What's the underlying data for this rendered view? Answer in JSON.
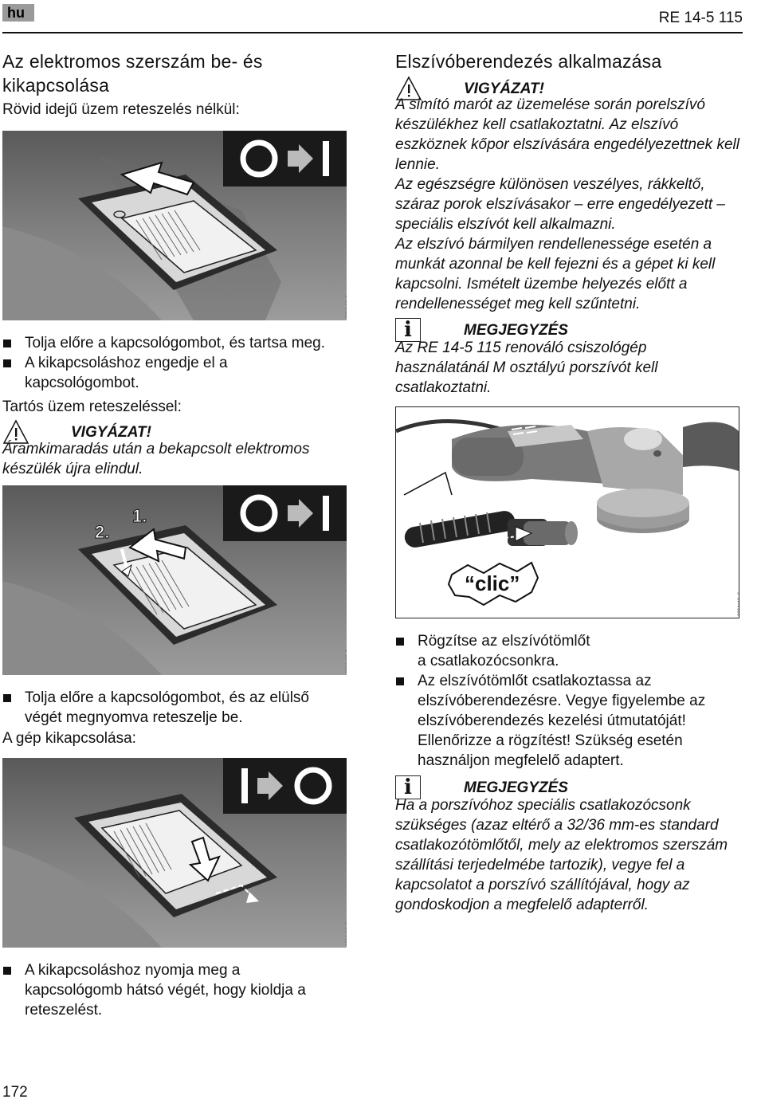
{
  "header": {
    "lang": "hu",
    "model": "RE 14-5 115"
  },
  "left": {
    "title": "Az elektromos szerszám be- és kikapcsolása",
    "short_op_label": "Rövid idejű üzem reteszelés nélkül:",
    "bullets_1": [
      "Tolja előre a kapcsológombot, és tartsa meg.",
      "A kikapcsoláshoz engedje el a kapcsológombot."
    ],
    "continuous_label": "Tartós üzem reteszeléssel:",
    "warning_label": "VIGYÁZAT!",
    "warning_text": "Áramkimaradás után a bekapcsolt elektromos készülék újra elindul.",
    "bullets_2": [
      "Tolja előre a kapcsológombot, és az elülső végét megnyomva reteszelje be."
    ],
    "off_label": "A gép kikapcsolása:",
    "bullets_3": [
      "A kikapcsoláshoz nyomja meg a kapcsológomb hátsó végét, hogy kioldja a reteszelést."
    ],
    "fig1_code": "0094g10_6-009",
    "fig2_code": "0094g10_6-007",
    "fig2_step1": "1.",
    "fig2_step2": "2.",
    "fig3_code": "0094g10_6-008"
  },
  "right": {
    "title": "Elszívóberendezés alkalmazása",
    "warning_label": "VIGYÁZAT!",
    "warning_paras": [
      "A simító marót az üzemelése során porelszívó készülékhez kell csatlakoztatni. Az elszívó eszköznek kőpor elszívására engedélyezettnek kell lennie.",
      "Az egészségre különösen veszélyes, rákkeltő, száraz porok elszívásakor – erre engedélyezett – speciális elszívót kell alkalmazni.",
      "Az elszívó bármilyen rendellenessége esetén a munkát azonnal be kell fejezni és a gépet ki kell kapcsolni. Ismételt üzembe helyezés előtt a rendellenességet meg kell szűntetni."
    ],
    "note1_label": "MEGJEGYZÉS",
    "note1_text": "Az RE 14-5 115 renováló csiszológép használatánál M osztályú porszívót kell csatlakoztatni.",
    "fig_clic": "“clic”",
    "fig_code": "0094g10_6-010",
    "bullets": [
      "Rögzítse az elszívótömlőt a csatlakozócsonkra.",
      "Az elszívótömlőt csatlakoztassa az elszívóberendezésre. Vegye figyelembe az elszívóberendezés kezelési útmutatóját! Ellenőrizze a rögzítést! Szükség esetén használjon megfelelő adaptert."
    ],
    "note2_label": "MEGJEGYZÉS",
    "note2_text": "Ha a porszívóhoz speciális csatlakozócsonk szükséges (azaz eltérő a 32/36 mm-es standard csatlakozótömlőtől, mely az elektromos szerszám szállítási terjedelmébe tartozik), vegye fel a kapcsolatot a porszívó szállítójával, hogy az gondoskodjon a megfelelő adapterről."
  },
  "footer": {
    "page": "172"
  }
}
